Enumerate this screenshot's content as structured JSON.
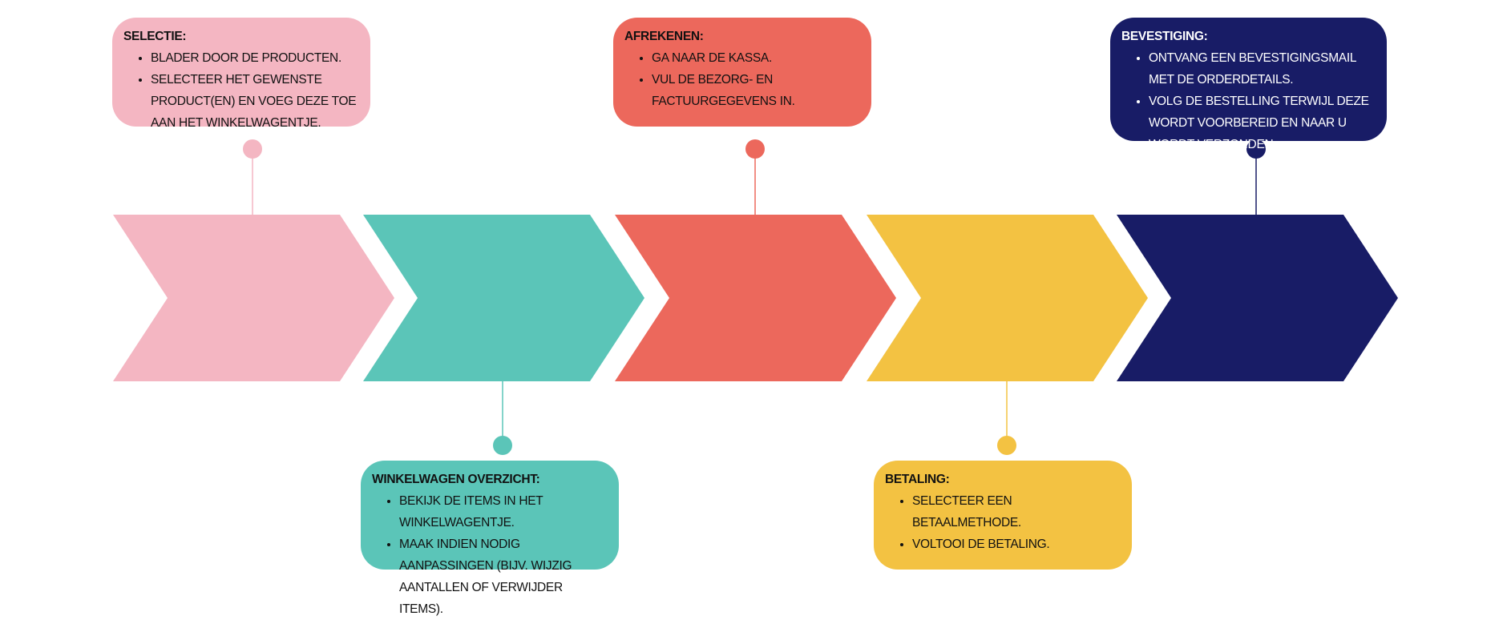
{
  "colors": {
    "pink": "#f4b6c2",
    "teal": "#5bc5b8",
    "coral": "#ec685c",
    "yellow": "#f3c242",
    "navy": "#181c66"
  },
  "steps": [
    {
      "title": "SELECTIE:",
      "color": "#f4b6c2",
      "text_color": "dark",
      "bullets": [
        "BLADER DOOR DE PRODUCTEN.",
        "SELECTEER HET GEWENSTE PRODUCT(EN) EN VOEG DEZE TOE AAN HET WINKELWAGENTJE."
      ]
    },
    {
      "title": "WINKELWAGEN OVERZICHT:",
      "color": "#5bc5b8",
      "text_color": "dark",
      "bullets": [
        "BEKIJK DE ITEMS IN HET WINKELWAGENTJE.",
        "MAAK INDIEN NODIG AANPASSINGEN (BIJV. WIJZIG AANTALLEN OF VERWIJDER ITEMS)."
      ]
    },
    {
      "title": "AFREKENEN:",
      "color": "#ec685c",
      "text_color": "dark",
      "bullets": [
        "GA NAAR DE KASSA.",
        "VUL DE BEZORG- EN FACTUURGEGEVENS IN."
      ]
    },
    {
      "title": "BETALING:",
      "color": "#f3c242",
      "text_color": "dark",
      "bullets": [
        "SELECTEER EEN BETAALMETHODE.",
        "VOLTOOI DE BETALING."
      ]
    },
    {
      "title": "BEVESTIGING:",
      "color": "#181c66",
      "text_color": "light",
      "bullets": [
        "ONTVANG EEN BEVESTIGINGSMAIL MET DE ORDERDETAILS.",
        "VOLG DE BESTELLING TERWIJL DEZE WORDT VOORBEREID EN NAAR U WORDT VERZONDEN."
      ]
    }
  ]
}
